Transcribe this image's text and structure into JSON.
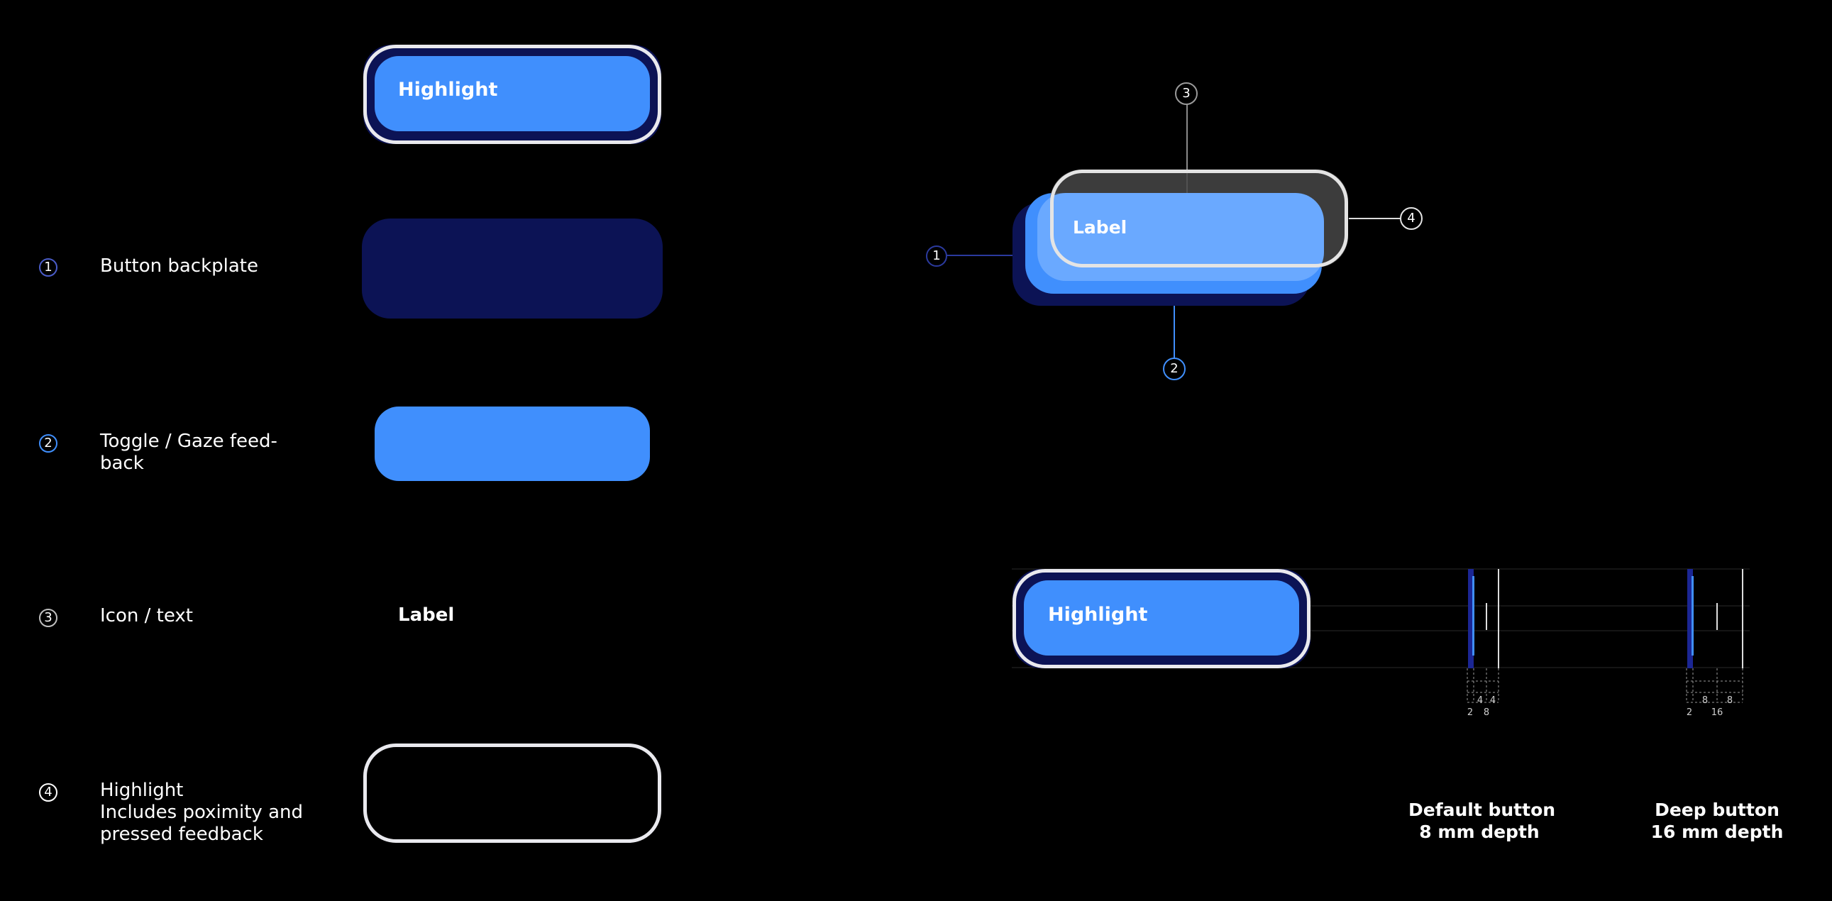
{
  "legend": {
    "items": [
      {
        "number": "1",
        "label": "Button backplate",
        "color": "#4a5cc8"
      },
      {
        "number": "2",
        "label": "Toggle / Gaze feed-\nback",
        "color": "#408ffd"
      },
      {
        "number": "3",
        "label": "Icon / text",
        "color": "#bfbfbf"
      },
      {
        "number": "4",
        "label": "Highlight\nIncludes poximity and\npressed feedback",
        "color": "#ffffff"
      }
    ]
  },
  "swatches": {
    "full_button_text": "Highlight",
    "icon_text_sample": "Label"
  },
  "exploded": {
    "label_text": "Label",
    "callouts": [
      "1",
      "2",
      "3",
      "4"
    ]
  },
  "depth": {
    "button_text": "Highlight",
    "default": {
      "title_line1": "Default button",
      "title_line2": "8 mm depth",
      "dims_row1": [
        "4",
        "4"
      ],
      "dims_row2": [
        "2",
        "8"
      ]
    },
    "deep": {
      "title_line1": "Deep button",
      "title_line2": "16 mm depth",
      "dims_row1": [
        "8",
        "8"
      ],
      "dims_row2": [
        "2",
        "16"
      ]
    }
  },
  "colors": {
    "backplate": "#0c1355",
    "toggle": "#408ffd",
    "toggle_light": "#6aa9ff",
    "highlight": "#e9e9ee",
    "background": "#000000"
  }
}
